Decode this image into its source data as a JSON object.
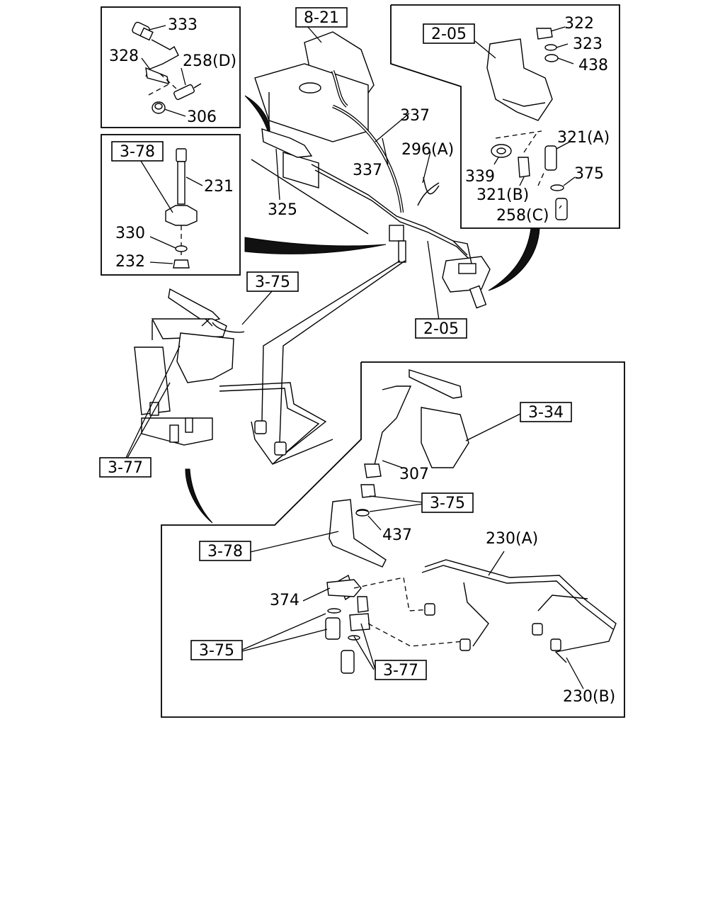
{
  "labels": {
    "p333": "333",
    "p328": "328",
    "p258d": "258(D)",
    "p306": "306",
    "p231": "231",
    "p330": "330",
    "p232": "232",
    "p325": "325",
    "p337a": "337",
    "p337b": "337",
    "p296a": "296(A)",
    "p322": "322",
    "p323": "323",
    "p438": "438",
    "p321a": "321(A)",
    "p339": "339",
    "p375": "375",
    "p321b": "321(B)",
    "p258c": "258(C)",
    "p307": "307",
    "p437": "437",
    "p230a": "230(A)",
    "p374": "374",
    "p230b": "230(B)"
  },
  "refs": {
    "r821": "8-21",
    "r205_top": "2-05",
    "r378_top": "3-78",
    "r375_mid": "3-75",
    "r205_mid": "2-05",
    "r377_left": "3-77",
    "r334": "3-34",
    "r375_right": "3-75",
    "r378_bottom": "3-78",
    "r375_bottom": "3-75",
    "r377_bottom": "3-77"
  }
}
